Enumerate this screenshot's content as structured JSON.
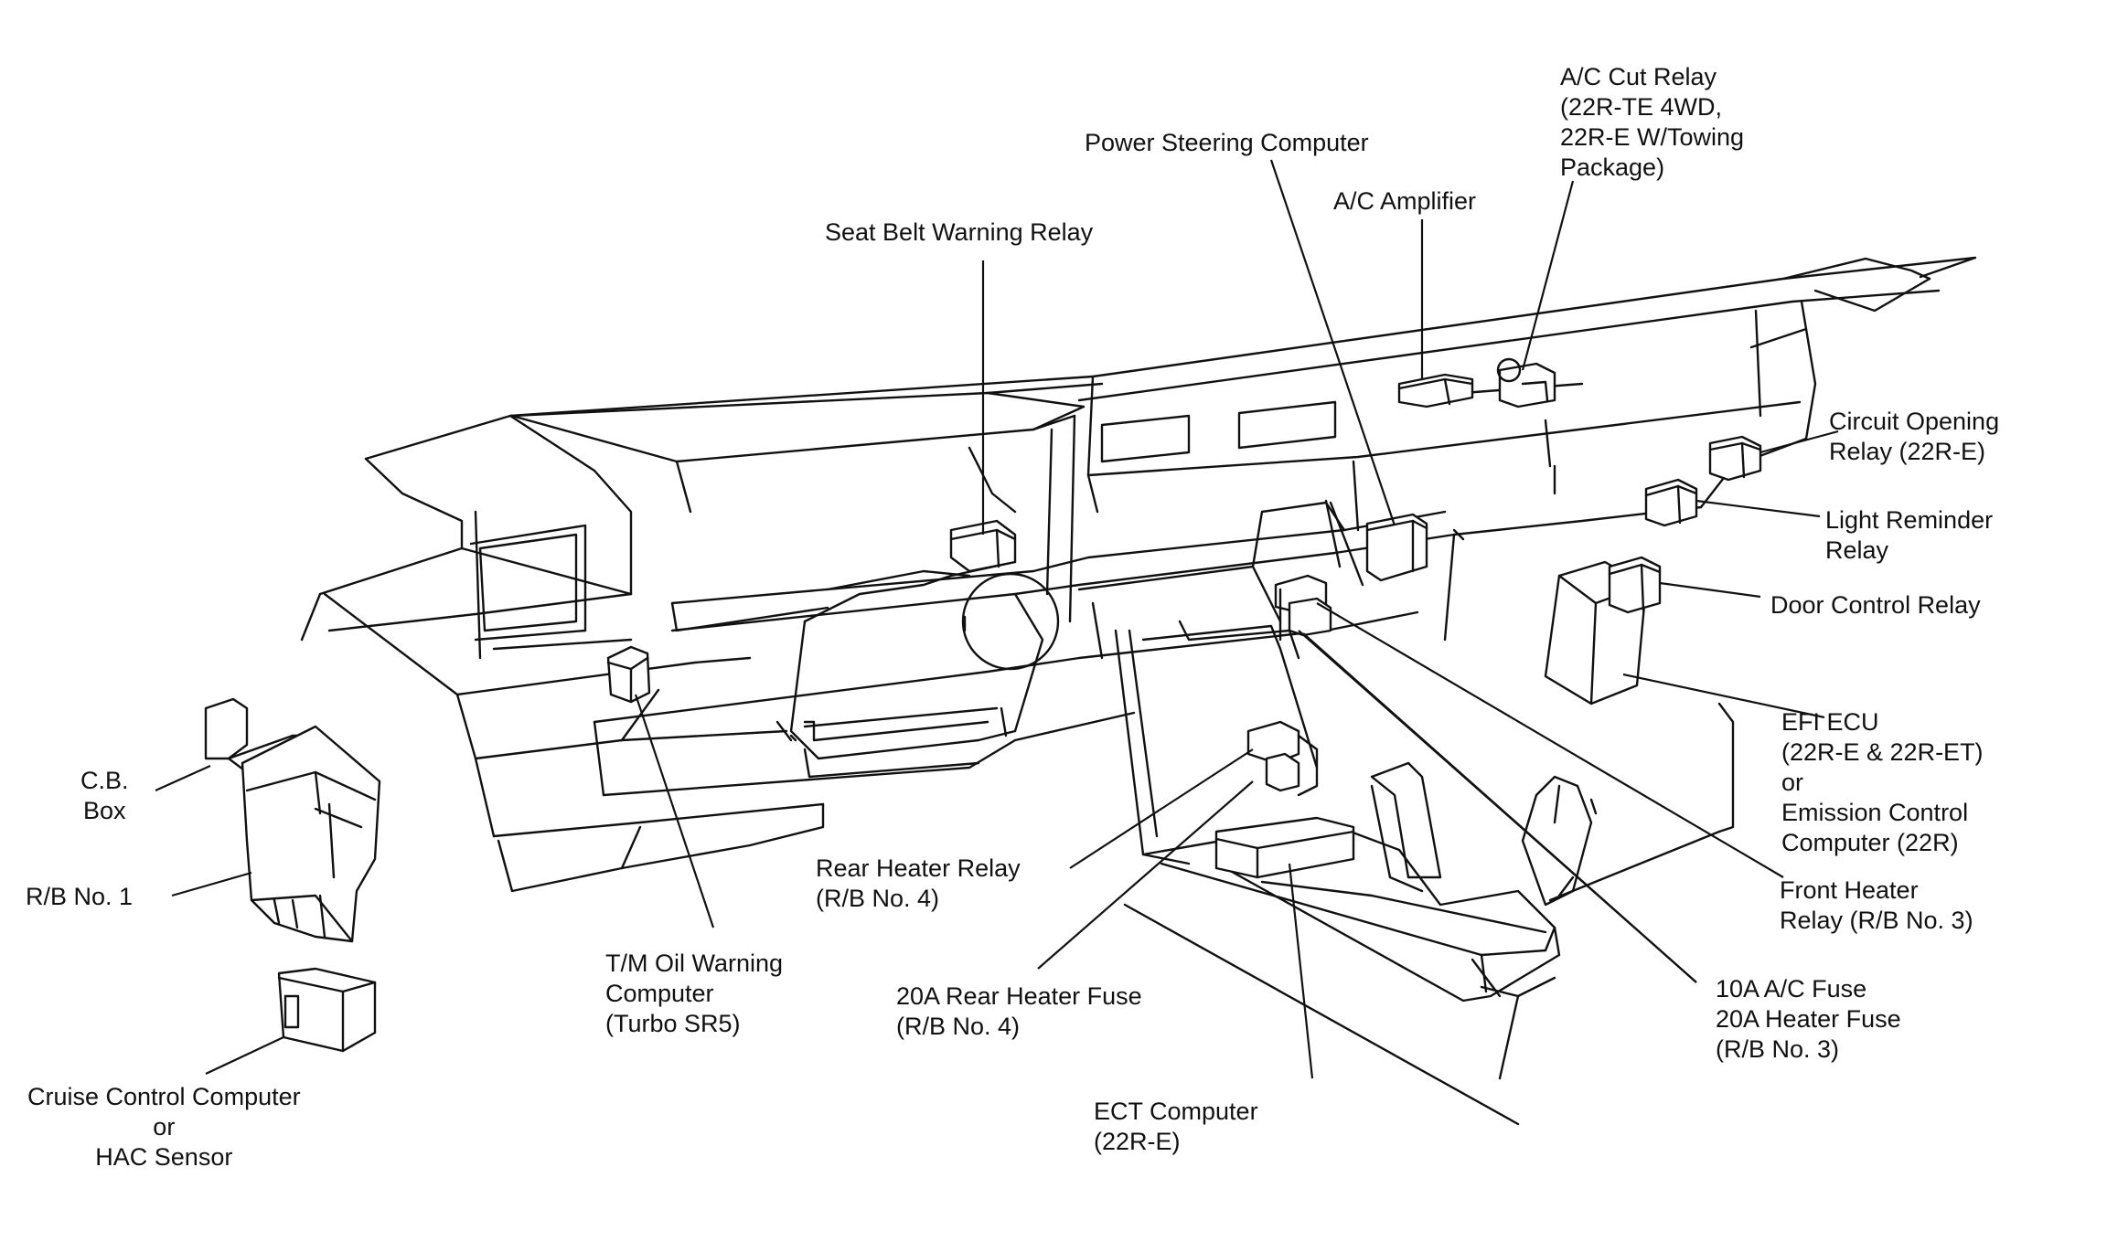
{
  "labels": {
    "ac_cut_relay": "A/C Cut Relay\n(22R-TE 4WD,\n22R-E W/Towing\nPackage)",
    "power_steering": "Power Steering Computer",
    "ac_amplifier": "A/C Amplifier",
    "seat_belt": "Seat Belt Warning Relay",
    "circuit_opening": "Circuit Opening\nRelay (22R-E)",
    "light_reminder": "Light Reminder\nRelay",
    "door_control": "Door Control Relay",
    "efi_ecu": "EFI ECU\n(22R-E & 22R-ET)\nor\nEmission Control\nComputer (22R)",
    "front_heater": "Front Heater\nRelay (R/B No. 3)",
    "ac_fuse": "10A A/C Fuse\n20A Heater Fuse\n(R/B No. 3)",
    "ect": "ECT Computer\n(22R-E)",
    "rear_heater_fuse": "20A Rear Heater Fuse\n(R/B No. 4)",
    "rear_heater_relay": "Rear Heater Relay\n(R/B No. 4)",
    "tm_oil": "T/M Oil Warning\nComputer\n(Turbo SR5)",
    "cb_box": "C.B.\nBox",
    "rb1": "R/B No. 1",
    "cruise": "Cruise Control Computer\nor\nHAC Sensor"
  }
}
